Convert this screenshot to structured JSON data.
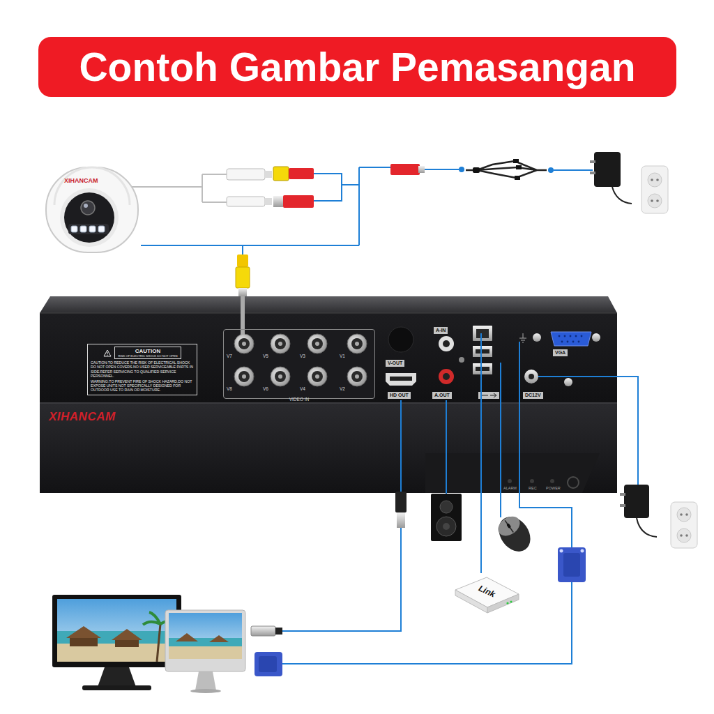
{
  "diagram": {
    "title": "Contoh Gambar Pemasangan",
    "nodes": [
      {
        "text": [
          "XIHANCAM"
        ]
      },
      {
        "text": [
          "XIHANCAM",
          "V-OUT",
          "HD OUT",
          "A-IN",
          "A.OUT",
          "VGA",
          "DC12V",
          "ALARM",
          "REC",
          "POWER"
        ]
      },
      {
        "text": [
          "CAUTION",
          "RISK OF ELECTRIC SHOCK DO NOT OPEN",
          "CAUTION:TO REDUCE THE RISK OF ELECTRICAL SHOCK DO NOT OPEN COVERS.NO USER SERVICEABLE PARTS IN SIDE.REFER SERVICING TO QUALIFIED SERVICE PERSONNEL.",
          "WARNING:TO PREVENT FIRE OF SHOCK HAZARD,DO NOT EXPOSE UNITS NOT SPECIFICALLY DESIGNED FOR OUTDOOR USE TO RAIN OR MOISTURE."
        ],
        "in": 1
      },
      {
        "text": [
          "V7",
          "V5",
          "V3",
          "V1",
          "V8",
          "V6",
          "V4",
          "V2",
          "VIDEO IN"
        ],
        "in": 1
      },
      {
        "text": [
          "Link"
        ]
      }
    ],
    "edges": [
      {
        "from": 0,
        "to": 1,
        "arrow": "none"
      },
      {
        "from": 1,
        "to": 4,
        "arrow": "none"
      }
    ]
  }
}
